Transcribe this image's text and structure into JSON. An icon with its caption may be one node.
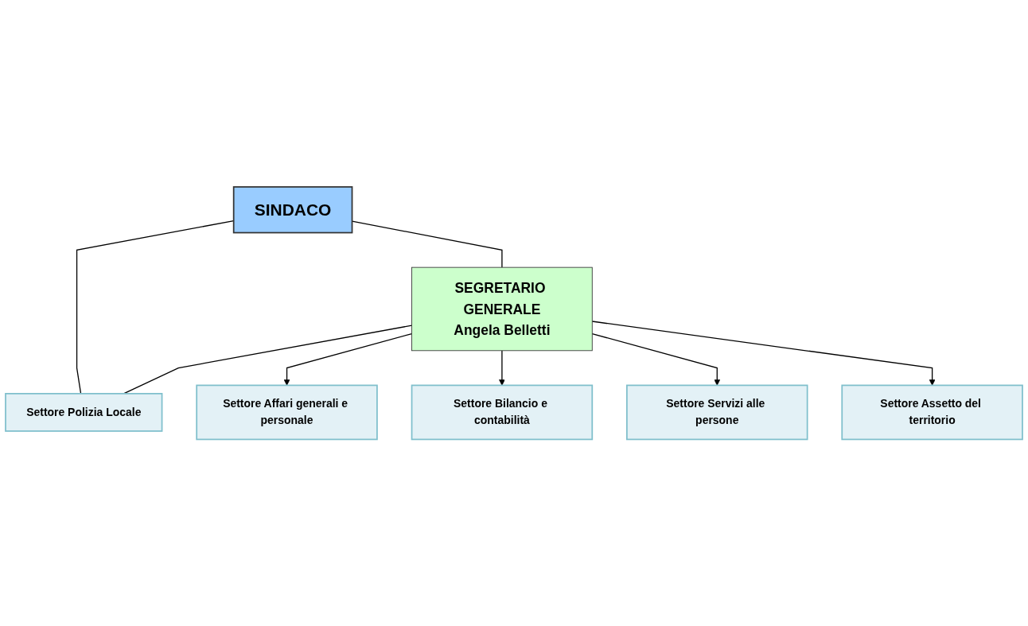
{
  "diagram": {
    "nodes": [
      {
        "text": [
          "SINDACO"
        ]
      },
      {
        "text": [
          "SEGRETARIO GENERALE",
          "Angela Belletti"
        ]
      },
      {
        "text": [
          "Settore Polizia Locale"
        ]
      },
      {
        "text": [
          "Settore Affari generali e personale"
        ]
      },
      {
        "text": [
          "Settore Bilancio e contabilità"
        ]
      },
      {
        "text": [
          "Settore Servizi alle persone"
        ]
      },
      {
        "text": [
          "Settore Assetto del territorio"
        ]
      }
    ],
    "edges": [
      {
        "from": 0,
        "to": 1,
        "arrow": "none"
      },
      {
        "from": 0,
        "to": 2,
        "arrow": "none"
      },
      {
        "from": 1,
        "to": 2,
        "arrow": "none"
      },
      {
        "from": 1,
        "to": 3,
        "arrow": "to"
      },
      {
        "from": 1,
        "to": 4,
        "arrow": "to"
      },
      {
        "from": 1,
        "to": 5,
        "arrow": "to"
      },
      {
        "from": 1,
        "to": 6,
        "arrow": "to"
      }
    ]
  }
}
